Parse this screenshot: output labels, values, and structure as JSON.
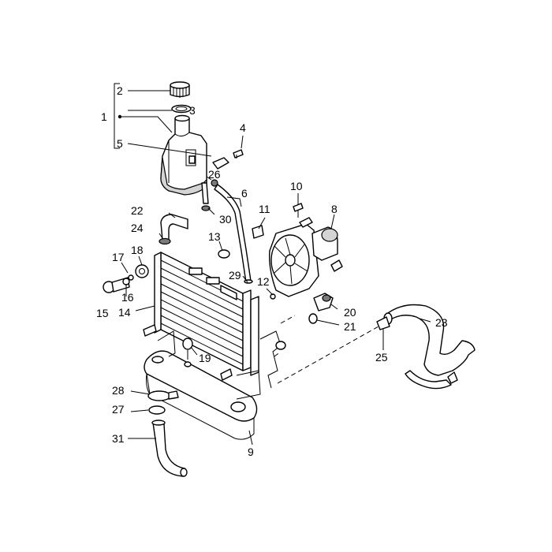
{
  "callouts": {
    "c1": "1",
    "c2": "2",
    "c3": "3",
    "c4": "4",
    "c5": "5",
    "c6": "6",
    "c8": "8",
    "c9": "9",
    "c10": "10",
    "c11": "11",
    "c12": "12",
    "c13": "13",
    "c14": "14",
    "c15": "15",
    "c16": "16",
    "c17": "17",
    "c18": "18",
    "c19": "19",
    "c20": "20",
    "c21": "21",
    "c22": "22",
    "c23": "23",
    "c24": "24",
    "c25": "25",
    "c26": "26",
    "c27": "27",
    "c28": "28",
    "c29": "29",
    "c30": "30",
    "c31": "31"
  }
}
